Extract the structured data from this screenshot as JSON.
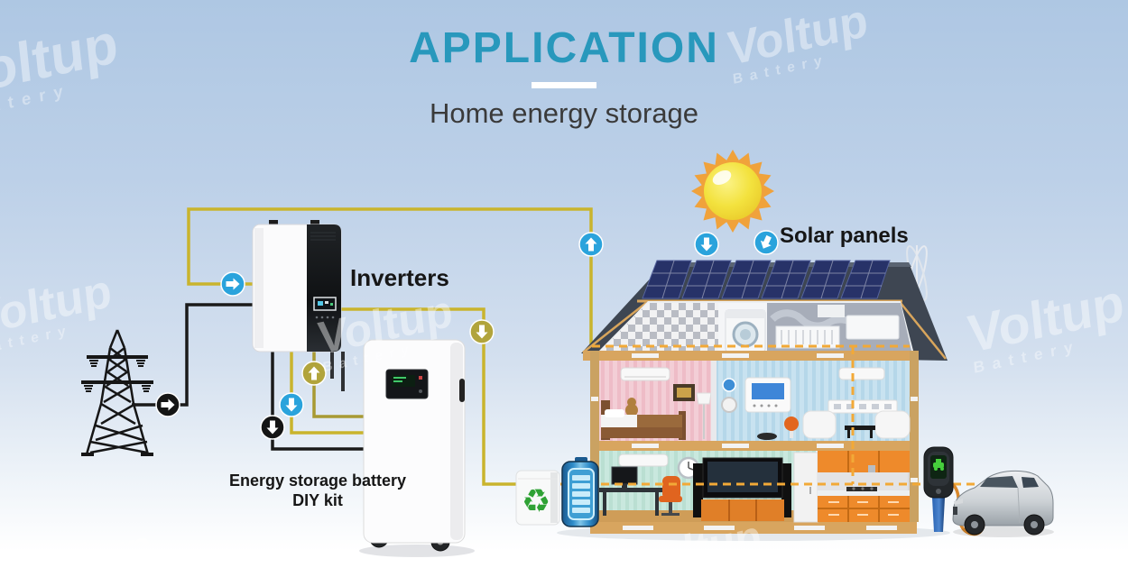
{
  "header": {
    "title": "APPLICATION",
    "subtitle": "Home energy storage"
  },
  "labels": {
    "inverters": "Inverters",
    "solar_panels": "Solar panels",
    "battery_kit_line1": "Energy storage battery",
    "battery_kit_line2": "DIY kit"
  },
  "watermark": {
    "name": "Voltup",
    "sub": "Battery"
  },
  "icons": {
    "recycle_glyph": "♻"
  },
  "colors": {
    "title_teal": "#2898bc",
    "subtitle_gray": "#3a3a3a",
    "background_top": "#aec7e3",
    "background_bottom": "#ffffff",
    "wire_yellow": "#c9b42d",
    "wire_olive": "#a89a33",
    "wire_black": "#1a1a1a",
    "dashed_orange": "#f2a937",
    "arrow_blue": "#2aa3dc",
    "arrow_olive": "#b1a43c",
    "arrow_black": "#151515",
    "solar_panel_navy": "#273268",
    "roof_gray": "#3e4652",
    "wood_tan": "#d8a55f",
    "bedroom_pink": "#f3ced6",
    "livingroom_blue": "#c8e2f0",
    "den_mint": "#c9e8de",
    "kitchen_orange": "#ee8a2b",
    "battery_pack_blue": "#2f8cc9",
    "recycle_green": "#2fa235",
    "sun_yellow": "#f3e23e",
    "sun_orange": "#f0a23b",
    "ev_charger_blue": "#2a63b2"
  }
}
